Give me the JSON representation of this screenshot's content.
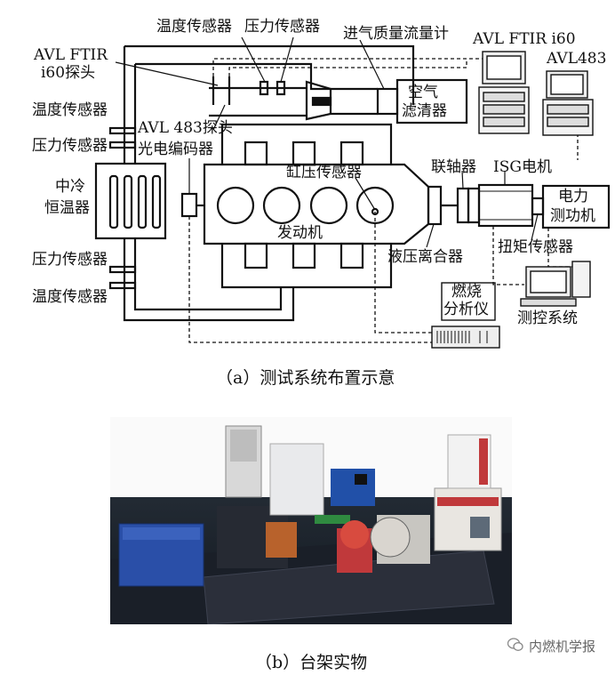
{
  "diagram": {
    "labels": {
      "temp_sensor_top": "温度传感器",
      "pressure_sensor_top": "压力传感器",
      "intake_mass_flow_meter": "进气质量流量计",
      "avl_ftir_i60": "AVL FTIR i60",
      "avl483": "AVL483",
      "avl_ftir_probe_line1": "AVL FTIR",
      "avl_ftir_probe_line2": "i60探头",
      "temp_sensor_left_upper": "温度传感器",
      "pressure_sensor_left_upper": "压力传感器",
      "avl483_probe": "AVL 483探头",
      "photoelectric_encoder": "光电编码器",
      "cylinder_pressure_sensor": "缸压传感器",
      "coupling": "联轴器",
      "isg_motor": "ISG电机",
      "air_filter_line1": "空气",
      "air_filter_line2": "滤清器",
      "intercooler_line1": "中冷",
      "intercooler_line2": "恒温器",
      "engine": "发动机",
      "electric_dyno_line1": "电力",
      "electric_dyno_line2": "测功机",
      "torque_sensor": "扭矩传感器",
      "hydraulic_clutch": "液压离合器",
      "pressure_sensor_left_lower": "压力传感器",
      "temp_sensor_left_lower": "温度传感器",
      "combustion_analyzer_line1": "燃烧",
      "combustion_analyzer_line2": "分析仪",
      "control_system": "测控系统"
    },
    "caption_a": "（a）测试系统布置示意"
  },
  "photo": {
    "caption_b": "（b）台架实物"
  },
  "watermark": "内燃机学报",
  "colors": {
    "line": "#111111",
    "bench_blue": "#2a4fa8",
    "bench_dark": "#1d2230",
    "dyno_white": "#e9e6e1",
    "accent_red": "#c0393b"
  }
}
